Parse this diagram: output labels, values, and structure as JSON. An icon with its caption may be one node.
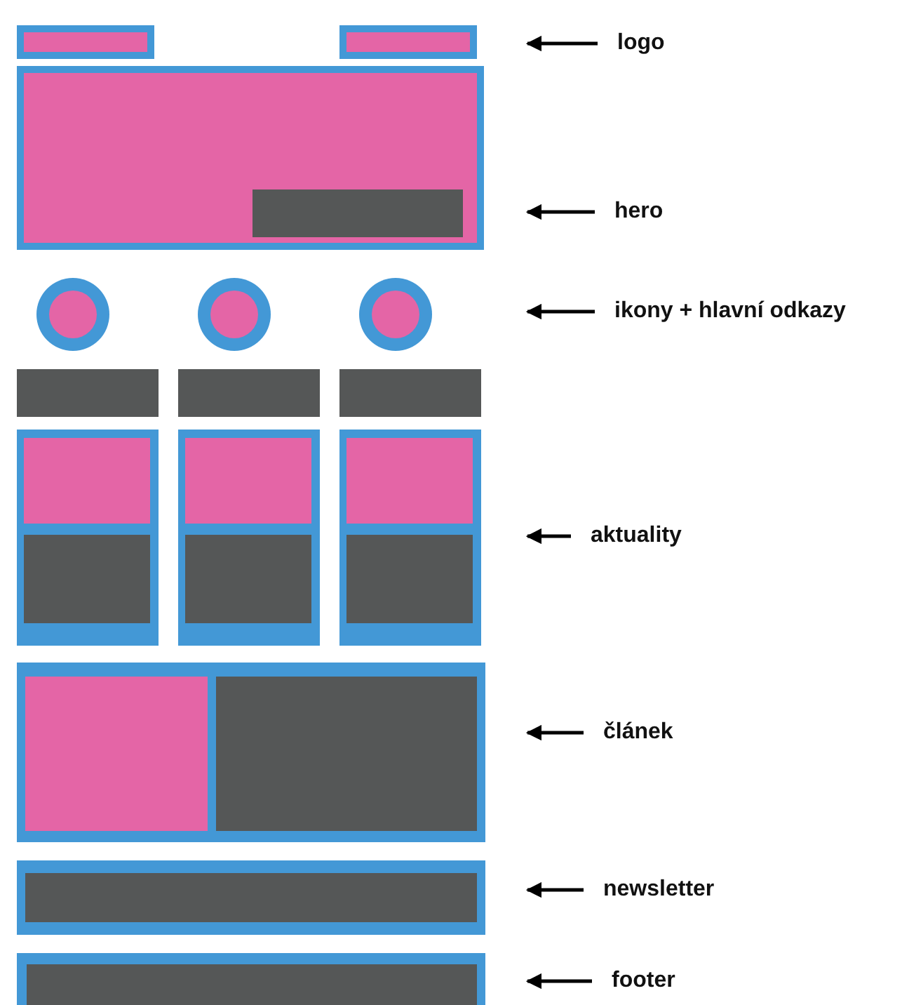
{
  "diagram": {
    "nodes": [
      {
        "text": [
          "logo"
        ]
      },
      {
        "text": [
          "hero"
        ]
      },
      {
        "text": [
          "ikony + hlavní odkazy"
        ]
      },
      {
        "text": [
          "aktuality"
        ]
      },
      {
        "text": [
          "článek"
        ]
      },
      {
        "text": [
          "newsletter"
        ]
      },
      {
        "text": [
          "footer"
        ]
      }
    ],
    "edges": [
      {
        "from": 0,
        "to": null,
        "arrow": "to"
      },
      {
        "from": 1,
        "to": null,
        "arrow": "to"
      },
      {
        "from": 2,
        "to": null,
        "arrow": "to"
      },
      {
        "from": 3,
        "to": null,
        "arrow": "to"
      },
      {
        "from": 4,
        "to": null,
        "arrow": "to"
      },
      {
        "from": 5,
        "to": null,
        "arrow": "to"
      },
      {
        "from": 6,
        "to": null,
        "arrow": "to"
      }
    ]
  }
}
